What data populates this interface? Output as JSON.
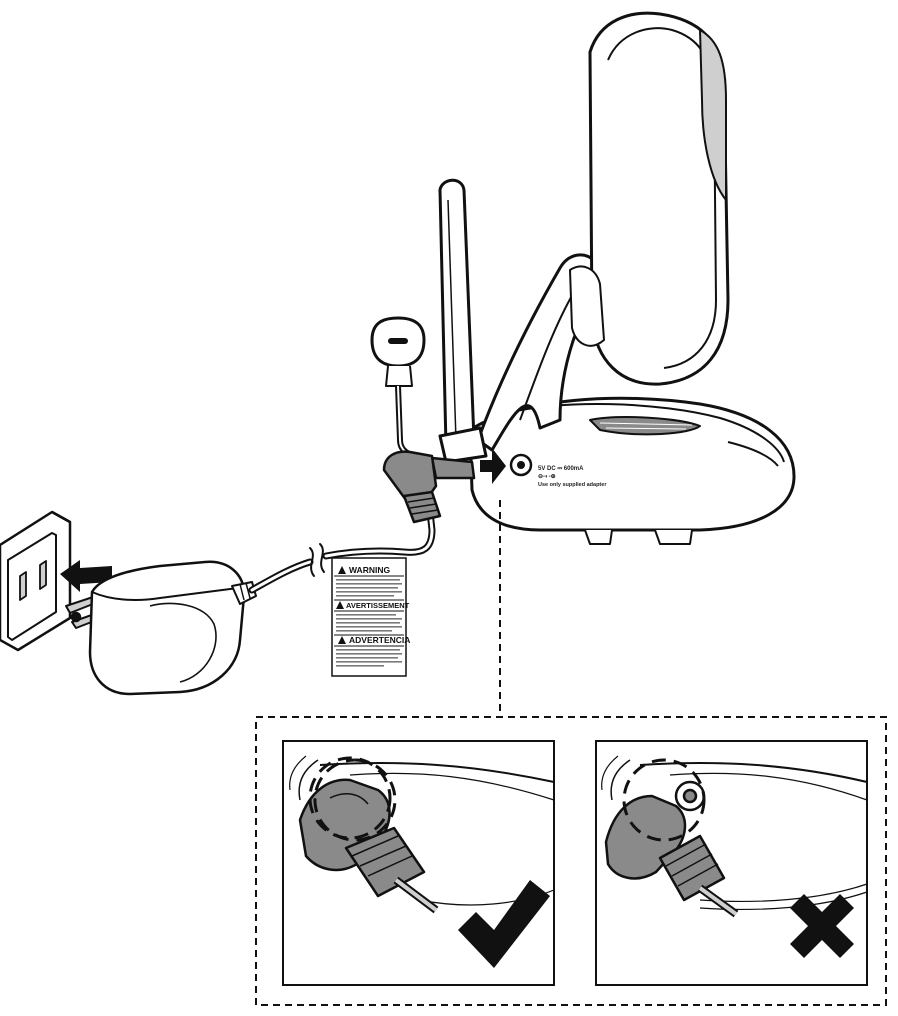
{
  "warning_tag": {
    "warning_title": "WARNING",
    "avertissement_title": "AVERTISSEMENT",
    "advertencia_title": "ADVERTENCIA"
  },
  "jack_label": {
    "rating": "5V DC ⎓ 600mA",
    "polarity": "⊖-◐-⊕",
    "note": "Use only supplied adapter"
  },
  "panels": [
    {
      "result": "correct",
      "icon": "checkmark-icon"
    },
    {
      "result": "incorrect",
      "icon": "cross-icon"
    }
  ],
  "colors": {
    "outline": "#111111",
    "shade": "#cfcfcf",
    "dark_shade": "#8a8a8a",
    "background": "#ffffff"
  }
}
